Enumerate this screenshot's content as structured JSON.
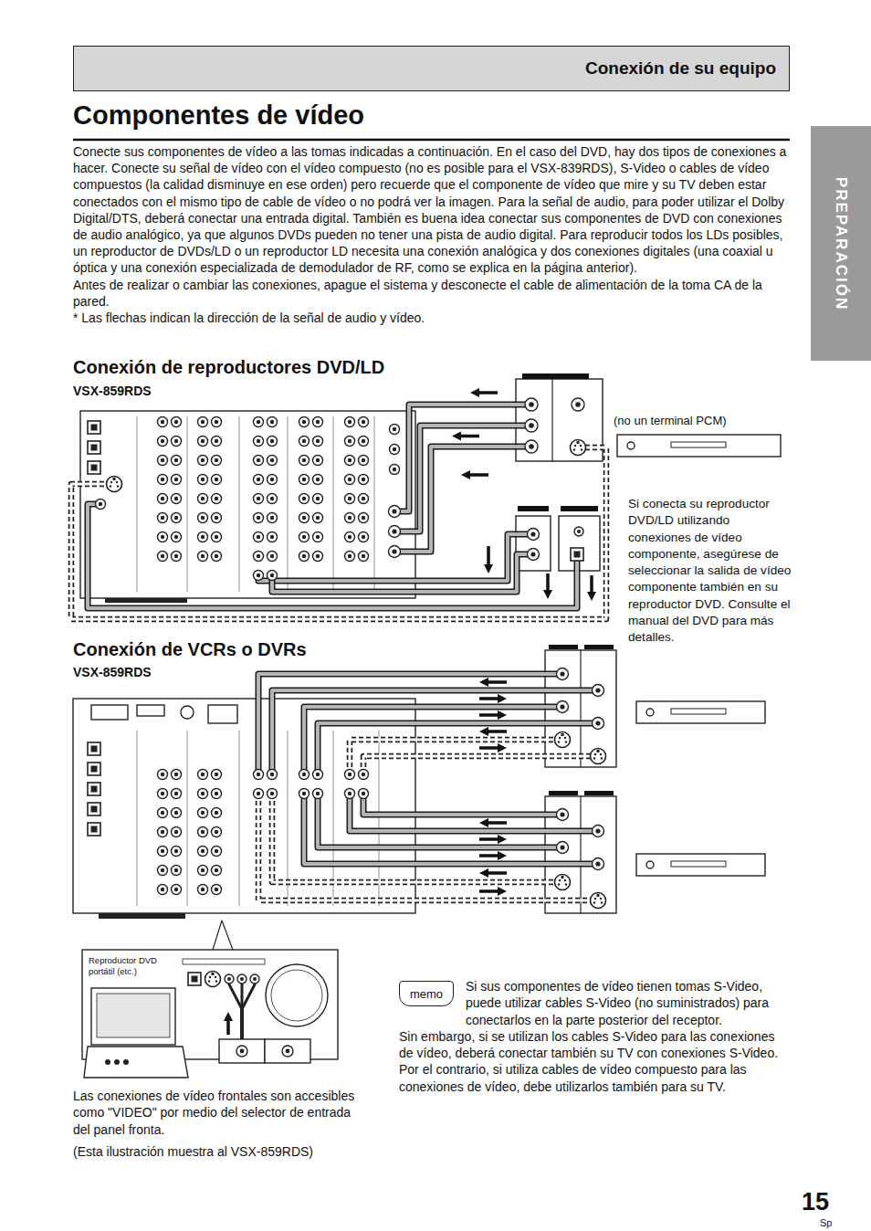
{
  "diagram": {
    "title": "Componentes de vídeo",
    "nodes": [
      {
        "text": [
          "Conexión de su equipo"
        ]
      },
      {
        "text": [
          "PREPARACIÓN"
        ]
      },
      {
        "text": [
          "memo"
        ]
      }
    ],
    "labels": [
      "Conecte sus componentes de vídeo a las tomas indicadas a continuación. En el caso del DVD, hay dos tipos de conexiones a hacer. Conecte su señal de vídeo con el vídeo compuesto (no es posible para el VSX-839RDS), S-Video o cables de vídeo compuestos (la calidad disminuye en ese orden) pero recuerde que el componente de vídeo que mire y su TV deben estar conectados con el mismo tipo de cable de vídeo o no podrá ver la imagen. Para la señal de audio, para poder utilizar el Dolby Digital/DTS, deberá conectar una entrada digital. También es buena idea conectar sus componentes de DVD con conexiones de audio analógico, ya que algunos DVDs pueden no tener una pista de audio digital. Para reproducir todos los LDs posibles, un reproductor de DVDs/LD o un reproductor LD necesita una conexión analógica y dos conexiones digitales (una coaxial u óptica y una conexión especializada de demodulador de RF, como se explica en la página anterior).",
      "Antes de realizar o cambiar las conexiones, apague el sistema y desconecte el cable de alimentación de la toma CA de la pared.",
      "* Las flechas indican la dirección de la señal de audio y vídeo.",
      "Conexión de reproductores DVD/LD",
      "VSX-859RDS",
      "(no un terminal PCM)",
      "Si conecta su reproductor DVD/LD utilizando conexiones de vídeo componente, asegúrese de seleccionar la salida de vídeo componente también en su reproductor DVD. Consulte el manual del DVD para más detalles.",
      "Conexión de VCRs o DVRs",
      "VSX-859RDS",
      "Reproductor DVD portátil (etc.)",
      "Si sus componentes de vídeo tienen tomas S-Video, puede utilizar cables S-Video (no suministrados) para conectarlos en la parte posterior del receptor.",
      "Sin embargo, si se utilizan los cables S-Video para las conexiones de vídeo, deberá conectar también su TV con conexiones S-Video. Por el contrario, si utiliza cables de vídeo compuesto para las conexiones de vídeo, debe utilizarlos también para su TV.",
      "Las conexiones de vídeo frontales son accesibles como \"VIDEO\" por medio del selector de entrada del panel fronta.",
      "(Esta ilustración muestra al VSX-859RDS)",
      "15",
      "Sp"
    ]
  }
}
